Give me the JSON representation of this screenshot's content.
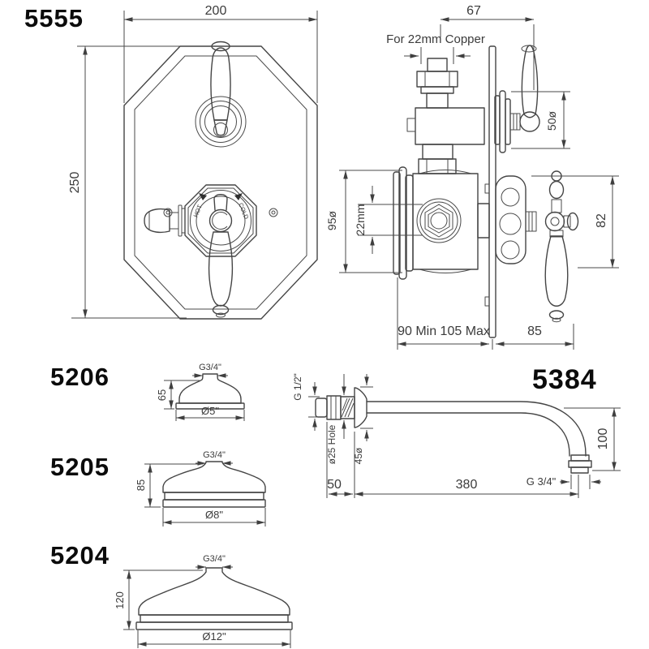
{
  "page": {
    "background": "#ffffff",
    "line_color": "#454545",
    "dim_color": "#3b3b3b",
    "label_color": "#0b0b0b"
  },
  "valve_front": {
    "part_number": "5555",
    "dim_width": "200",
    "dim_height": "250",
    "dial_left": "HOT",
    "dial_right": "COLD"
  },
  "valve_side": {
    "dim_depth": "67",
    "note_copper": "For 22mm Copper",
    "dim_handle_dia": "50ø",
    "dim_body_dia": "95ø",
    "dim_pipe": "22mm",
    "dim_handle_len": "82",
    "dim_recess": "90 Min 105 Max",
    "dim_projection": "85"
  },
  "head_5206": {
    "part_number": "5206",
    "thread": "G3/4\"",
    "dim_height": "65",
    "dim_dia": "Ø5\""
  },
  "head_5205": {
    "part_number": "5205",
    "thread": "G3/4\"",
    "dim_height": "85",
    "dim_dia": "Ø8\""
  },
  "head_5204": {
    "part_number": "5204",
    "thread": "G3/4\"",
    "dim_height": "120",
    "dim_dia": "Ø12\""
  },
  "arm_5384": {
    "part_number": "5384",
    "thread_wall": "G 1/2\"",
    "dim_hole": "ø25 Hole",
    "dim_flange": "45ø",
    "dim_wall_depth": "50",
    "dim_length": "380",
    "dim_drop": "100",
    "thread_outlet": "G 3/4\""
  }
}
